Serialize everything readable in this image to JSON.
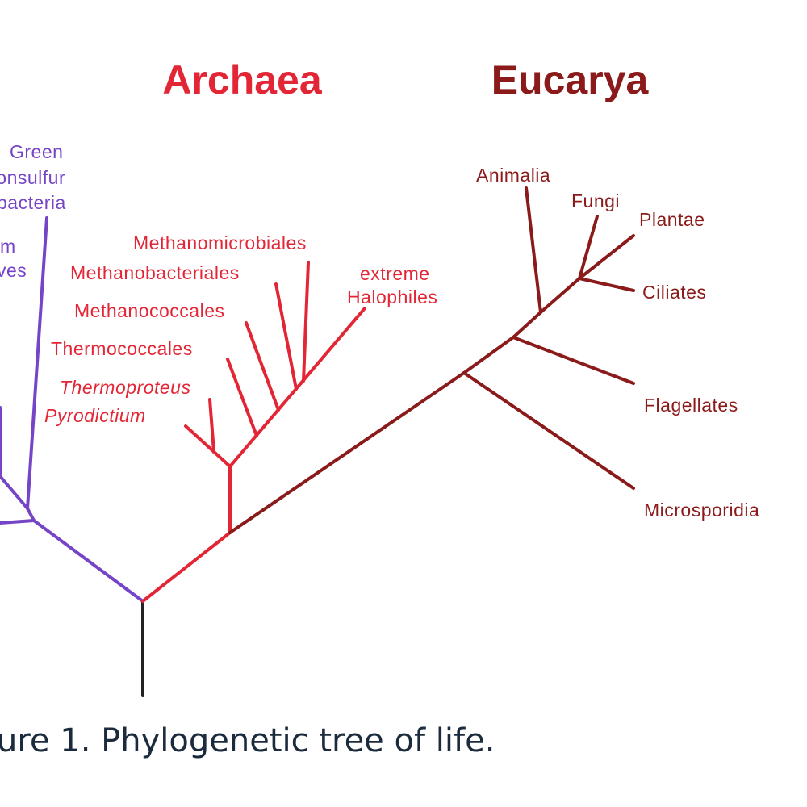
{
  "colors": {
    "bacteria": "#7645c7",
    "archaea": "#e32636",
    "eucarya": "#8b1a1a",
    "root": "#222222",
    "caption": "#1b2b3d"
  },
  "domains": {
    "archaea": "Archaea",
    "eucarya": "Eucarya"
  },
  "bacteria_labels": {
    "green_line1": "Green",
    "green_line2": "nonsulfur",
    "green_line3": "bacteria",
    "partial_m": "m",
    "partial_ves": "ves"
  },
  "archaea_labels": {
    "methanomicrobiales": "Methanomicrobiales",
    "methanobacteriales": "Methanobacteriales",
    "methanococcales": "Methanococcales",
    "thermococcales": "Thermococcales",
    "thermoproteus": "Thermoproteus",
    "pyrodictium": "Pyrodictium",
    "extreme_line1": "extreme",
    "extreme_line2": "Halophiles"
  },
  "eucarya_labels": {
    "animalia": "Animalia",
    "fungi": "Fungi",
    "plantae": "Plantae",
    "ciliates": "Ciliates",
    "flagellates": "Flagellates",
    "microsporidia": "Microsporidia"
  },
  "caption": "ure 1. Phylogenetic tree of life."
}
